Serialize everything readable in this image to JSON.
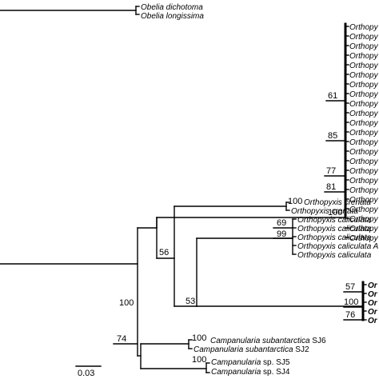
{
  "taxa": {
    "obelia_dichotoma": "Obelia dichotoma",
    "obelia_longissima": "Obelia longissima",
    "orthopyxis_trunc": "Orthopy",
    "orthopyxis_crenata": "Orthopyxis crenata",
    "orthopyxis_crenata_trunc": "Orthopyxis crenata",
    "orthopyxis_calic": "Orthopyxis caliculata",
    "orthopyxis_calic_a": "Orthopyxis caliculata A",
    "bold_or": "Or",
    "camp_subant_sj6_name": "Campanularia subantarctica",
    "camp_subant_sj6_code": "SJ6",
    "camp_subant_sj2_name": "Campanularia subantarctica",
    "camp_subant_sj2_code": "SJ2",
    "camp_sp_sj5_name": "Campanularia",
    "camp_sp_sj5_code": "sp. SJ5",
    "camp_sp_sj4_name": "Campanularia",
    "camp_sp_sj4_code": "sp. SJ4"
  },
  "support": {
    "n61": "61",
    "n85": "85",
    "n77": "77",
    "n81": "81",
    "n100_ortho": "100",
    "n100_crenata": "100",
    "n56": "56",
    "n69": "69",
    "n99": "99",
    "n53": "53",
    "n57": "57",
    "n100_bold": "100",
    "n76": "76",
    "n100_root": "100",
    "n74": "74",
    "n100_sj": "100",
    "n100_sp": "100"
  },
  "scale_bar": {
    "label": "0.03"
  }
}
